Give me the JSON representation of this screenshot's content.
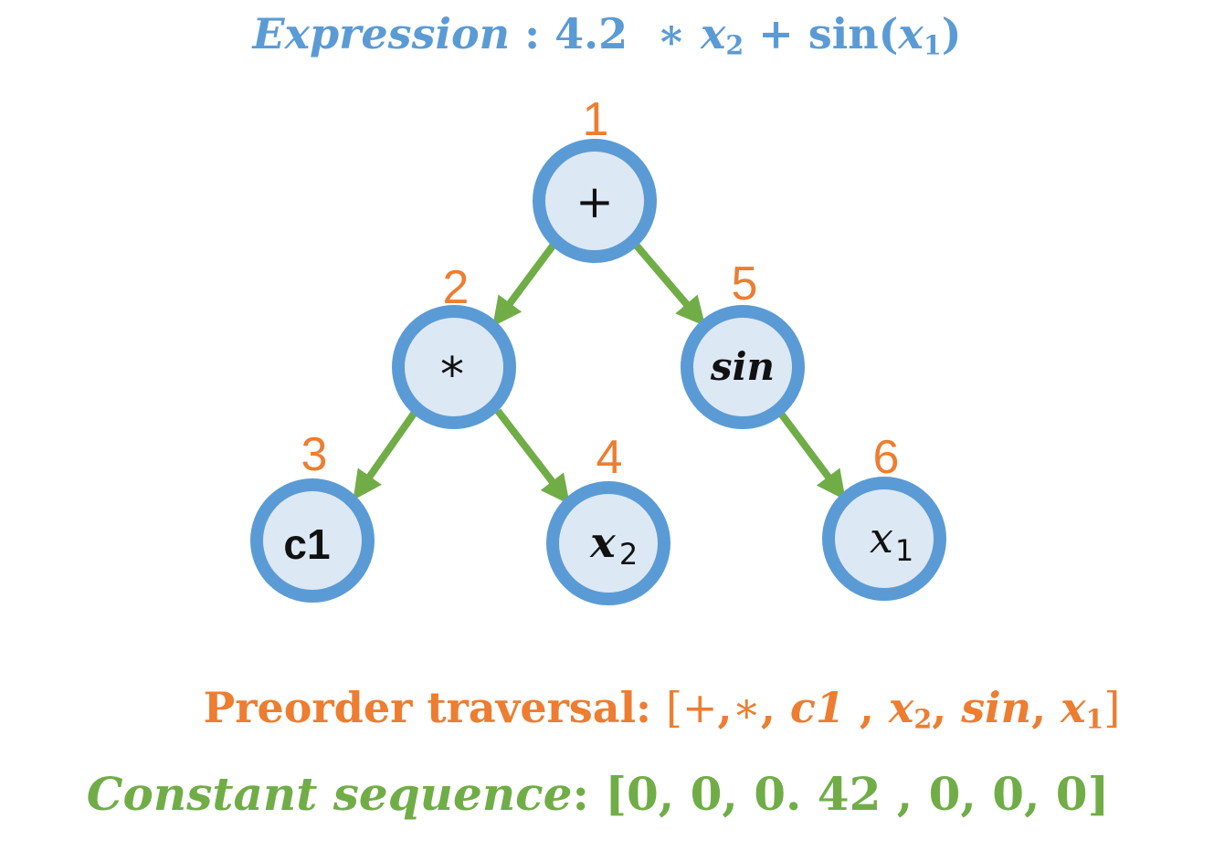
{
  "expression": {
    "label": "Expression",
    "separator": ":",
    "formula_parts": [
      "4.2",
      "∗",
      "x",
      "2",
      "+",
      "sin(",
      "x",
      "1",
      ")"
    ]
  },
  "tree": {
    "nodes": [
      {
        "id": "n1",
        "order": "1",
        "symbol": "+"
      },
      {
        "id": "n2",
        "order": "2",
        "symbol": "*"
      },
      {
        "id": "n3",
        "order": "3",
        "symbol": "c1"
      },
      {
        "id": "n4",
        "order": "4",
        "symbol": "x",
        "subscript": "2"
      },
      {
        "id": "n5",
        "order": "5",
        "symbol": "sin"
      },
      {
        "id": "n6",
        "order": "6",
        "symbol": "x",
        "subscript": "1"
      }
    ],
    "edges": [
      {
        "from": "n1",
        "to": "n2"
      },
      {
        "from": "n1",
        "to": "n5"
      },
      {
        "from": "n2",
        "to": "n3"
      },
      {
        "from": "n2",
        "to": "n4"
      },
      {
        "from": "n5",
        "to": "n6"
      }
    ]
  },
  "preorder": {
    "label": "Preorder traversal:",
    "open": "[",
    "items": [
      "+",
      "∗",
      "c1",
      "x",
      "2",
      "sin",
      "x",
      "1"
    ],
    "close": "]"
  },
  "constants": {
    "label": "Constant sequence",
    "separator": ":",
    "sequence": "[0, 0, 0. 42 , 0, 0, 0]"
  },
  "colors": {
    "blue": "#5b9bd5",
    "node_fill": "#dde8f5",
    "orange": "#ed7d31",
    "green": "#70ad47"
  }
}
